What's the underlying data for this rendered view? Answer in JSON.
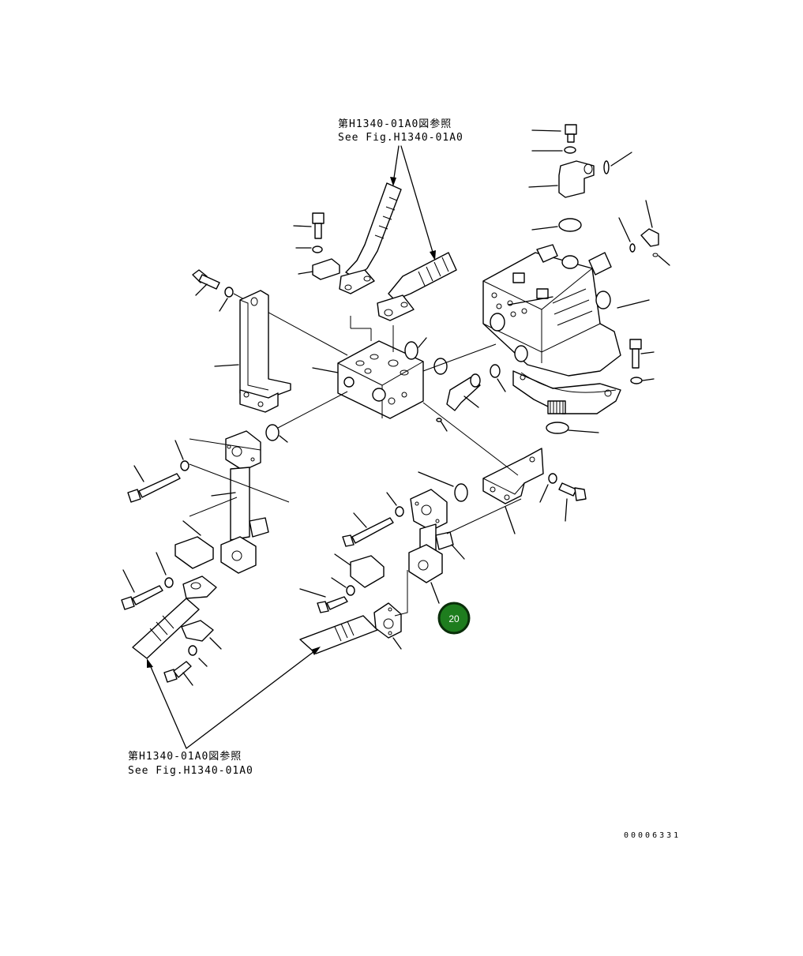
{
  "references": {
    "top": {
      "jp": "第H1340-01A0図参照",
      "en": "See Fig.H1340-01A0"
    },
    "bottom": {
      "jp": "第H1340-01A0図参照",
      "en": "See Fig.H1340-01A0"
    }
  },
  "drawing_code": "00006331",
  "badge": {
    "label": "20",
    "color": "#1e7d1e",
    "ring_color": "#0a2e0a"
  }
}
